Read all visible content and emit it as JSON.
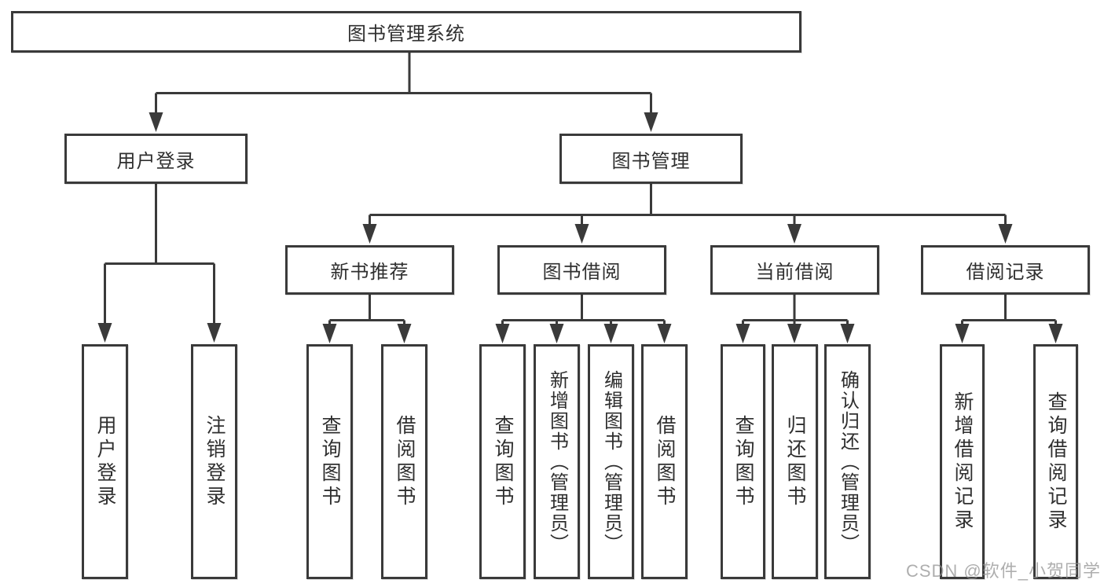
{
  "watermark": "CSDN @软件_小贺同学",
  "diagram": {
    "root": "图书管理系统",
    "branches": {
      "user_login": "用户登录",
      "book_management": "图书管理"
    },
    "modules": {
      "new_book_recommend": "新书推荐",
      "book_borrow": "图书借阅",
      "current_borrow": "当前借阅",
      "borrow_records": "借阅记录"
    },
    "leaves": {
      "user_login": [
        "用户登录",
        "注销登录"
      ],
      "new_book_recommend": [
        "查询图书",
        "借阅图书"
      ],
      "book_borrow": [
        "查询图书",
        "新增图书（管理员）",
        "编辑图书（管理员）",
        "借阅图书"
      ],
      "current_borrow": [
        "查询图书",
        "归还图书",
        "确认归还（管理员）"
      ],
      "borrow_records": [
        "新增借阅记录",
        "查询借阅记录"
      ]
    }
  }
}
